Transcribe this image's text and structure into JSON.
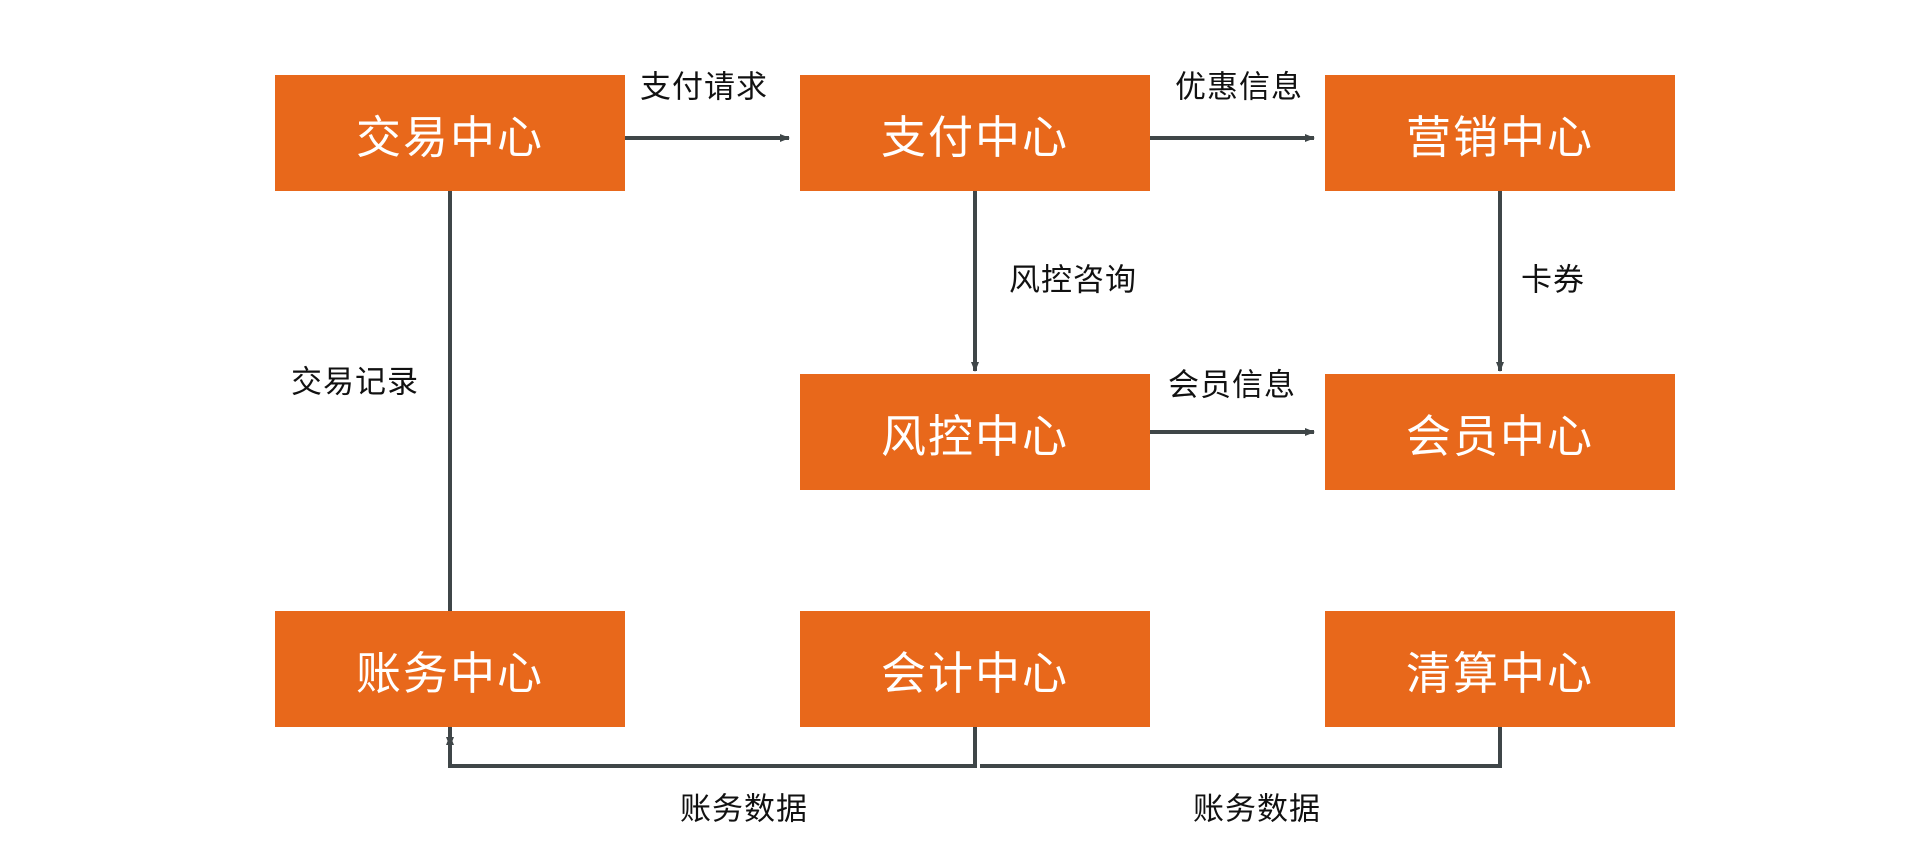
{
  "diagram": {
    "type": "flowchart",
    "title": "",
    "background": "#ffffff",
    "node_color": "#E8681B",
    "node_text_color": "#ffffff",
    "edge_color": "#3F4648",
    "label_text_color": "#111111",
    "nodes": [
      {
        "id": "trade",
        "label": "交易中心",
        "row": 0,
        "col": 0
      },
      {
        "id": "payment",
        "label": "支付中心",
        "row": 0,
        "col": 1
      },
      {
        "id": "marketing",
        "label": "营销中心",
        "row": 0,
        "col": 2
      },
      {
        "id": "riskcontrol",
        "label": "风控中心",
        "row": 1,
        "col": 1
      },
      {
        "id": "member",
        "label": "会员中心",
        "row": 1,
        "col": 2
      },
      {
        "id": "account",
        "label": "账务中心",
        "row": 2,
        "col": 0
      },
      {
        "id": "accounting",
        "label": "会计中心",
        "row": 2,
        "col": 1
      },
      {
        "id": "settlement",
        "label": "清算中心",
        "row": 2,
        "col": 2
      }
    ],
    "edges": [
      {
        "id": "e1",
        "from": "trade",
        "to": "payment",
        "label": "支付请求"
      },
      {
        "id": "e2",
        "from": "payment",
        "to": "marketing",
        "label": "优惠信息"
      },
      {
        "id": "e3",
        "from": "payment",
        "to": "riskcontrol",
        "label": "风控咨询"
      },
      {
        "id": "e4",
        "from": "marketing",
        "to": "member",
        "label": "卡券"
      },
      {
        "id": "e5",
        "from": "riskcontrol",
        "to": "member",
        "label": "会员信息"
      },
      {
        "id": "e6",
        "from": "trade",
        "to": "account",
        "label": "交易记录"
      },
      {
        "id": "e7",
        "from": "accounting",
        "to": "account",
        "label": "账务数据"
      },
      {
        "id": "e8",
        "from": "settlement",
        "to": "account",
        "label": "账务数据"
      }
    ]
  }
}
